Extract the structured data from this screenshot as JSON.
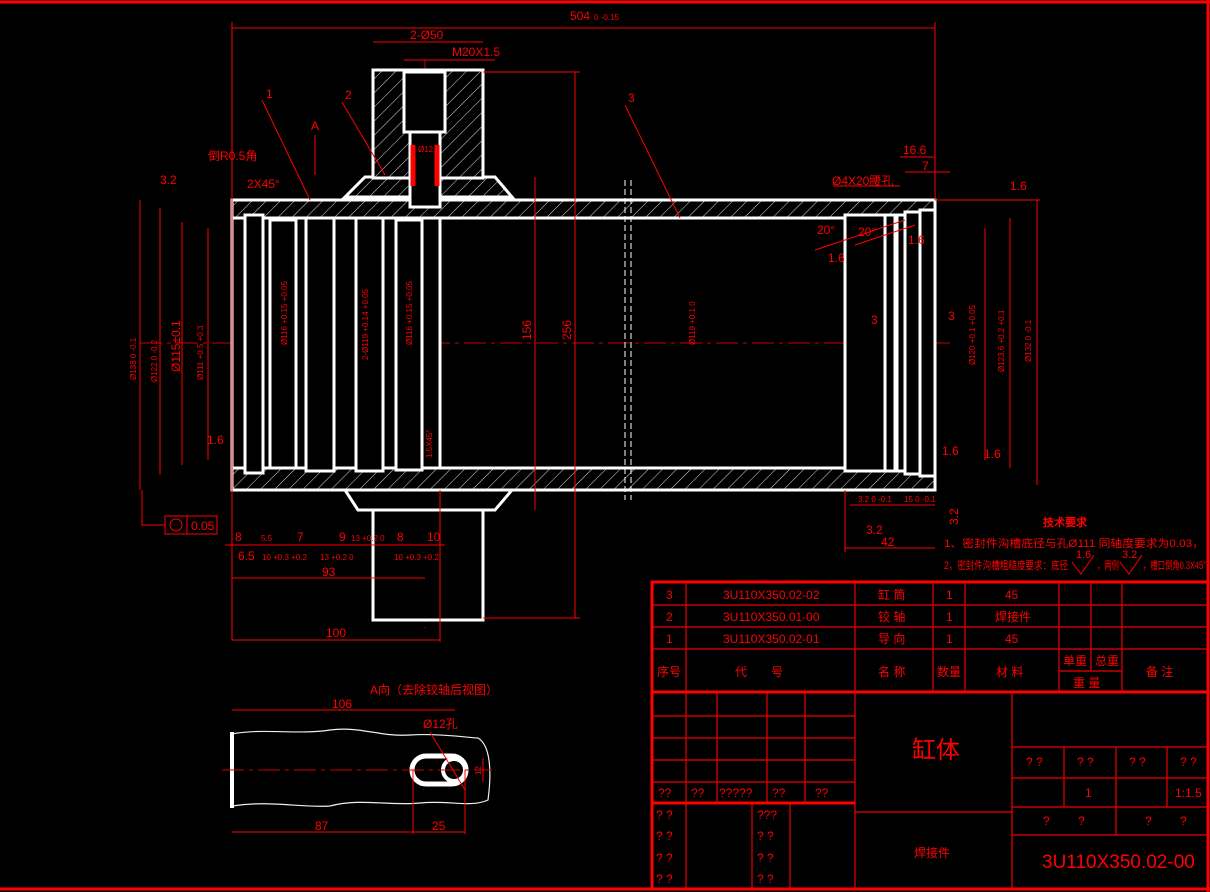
{
  "drawing": {
    "dims": {
      "d504": "504",
      "d504_tol": "0 -0.15",
      "d2phi50": "2-Ø50",
      "dM20": "M20X1.5",
      "p1": "1",
      "p2": "2",
      "p3": "3",
      "viewA": "A",
      "r05": "倒R0.5角",
      "r32a": "3.2",
      "c2x45": "2X45°",
      "phi12": "Ø12",
      "d166": "16.6",
      "d7": "7",
      "slot": "Ø4X20腰孔",
      "r16a": "1.6",
      "a20a": "20°",
      "a20b": "20°",
      "r16b": "1.6",
      "r16c": "1.6",
      "phi138": "Ø138 0 -0.1",
      "phi122": "Ø122 0 -0.2",
      "phi115": "Ø115±0.1",
      "phi111": "Ø111 +0.5 +0.3",
      "phi116a": "Ø116 +0.15 +0.05",
      "phi119x2": "2-Ø119 +0.14 +0.05",
      "phi116b": "Ø116 +0.15 +0.05",
      "d156": "156",
      "d256": "256",
      "phi119": "Ø119 +0.1 0",
      "phi120": "Ø120 +0.1 +0.05",
      "phi1236": "Ø123.6 +0.2 +0.1",
      "phi132": "Ø132 0 -0.1",
      "d3a": "3",
      "d3b": "3",
      "r16d": "1.6",
      "c15x45": "1.5X45°",
      "r16e": "1.6",
      "r16f": "1.6",
      "b8a": "8",
      "b55": "5.5",
      "b7": "7",
      "b9": "9",
      "b13a": "13 +0.2 0",
      "b8b": "8",
      "b10a": "10",
      "b65": "6.5",
      "b10b": "10 +0.3 +0.2",
      "b13b": "13 +0.2 0",
      "b10c": "10 +0.3 +0.2",
      "d93": "93",
      "d100": "100",
      "runout": "0.05",
      "r32b": "3.2 0 -0.1",
      "d15": "15 0 -0.1",
      "r32c": "3.2",
      "r32d": "3.2",
      "d42": "42"
    },
    "aview": {
      "title": "A向（去除铰轴后视图）",
      "d106": "106",
      "hole": "Ø12孔",
      "d12": "12",
      "d87": "87",
      "d25": "25"
    }
  },
  "notes": {
    "title": "技术要求",
    "line1": "1、密封件沟槽底径与孔Ø111 同轴度要求为0.03，",
    "line2_a": "2，密封件沟槽粗糙度要求：底径",
    "line2_r1": "1.6",
    "line2_b": "，两侧",
    "line2_r2": "3.2",
    "line2_c": "，槽口倒角0.3X45°"
  },
  "bom": {
    "rows": [
      {
        "no": "3",
        "code": "3U110X350.02-02",
        "name": "缸 筒",
        "qty": "1",
        "material": "45"
      },
      {
        "no": "2",
        "code": "3U110X350.01-00",
        "name": "铰 轴",
        "qty": "1",
        "material": "焊接件"
      },
      {
        "no": "1",
        "code": "3U110X350.02-01",
        "name": "导 向",
        "qty": "1",
        "material": "45"
      }
    ],
    "header": {
      "no": "序号",
      "code": "代　　号",
      "name": "名 称",
      "qty": "数量",
      "material": "材 料",
      "unit_w": "单重",
      "total_w": "总重",
      "weight": "重 量",
      "remark": "备 注"
    }
  },
  "title_block": {
    "part_name": "缸体",
    "type": "焊接件",
    "drawing_no": "3U110X350.02-00",
    "sign_labels": [
      "??",
      "??",
      "?????",
      "??",
      "??"
    ],
    "left_labels": [
      "?  ?",
      "?  ?",
      "?  ?",
      "?  ?"
    ],
    "mid_labels": [
      "???",
      "?  ?",
      "?  ?",
      "?  ?"
    ],
    "info_headers": [
      "? ?",
      "? ?",
      "? ?",
      "? ?"
    ],
    "quantity": "1",
    "scale": "1:1.5",
    "sheet_labels": [
      "?",
      "?",
      "?",
      "?"
    ]
  }
}
